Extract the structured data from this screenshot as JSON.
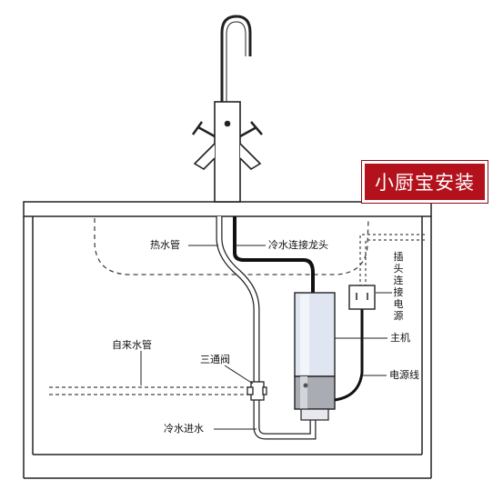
{
  "title_badge": "小厨宝安装",
  "labels": {
    "hot_pipe": "热水管",
    "cold_faucet": "冷水连接龙头",
    "socket_power": [
      "插",
      "头",
      "连",
      "接",
      "电",
      "源"
    ],
    "main_unit": "主机",
    "tap_water_pipe": "自来水管",
    "three_way_valve": "三通阀",
    "power_cord": "电源线",
    "cold_inlet": "冷水进水"
  },
  "colors": {
    "badge_bg": "#b3121d",
    "outline": "#222222",
    "heater_body": "#dfe6f2",
    "dashed": "#444444"
  }
}
